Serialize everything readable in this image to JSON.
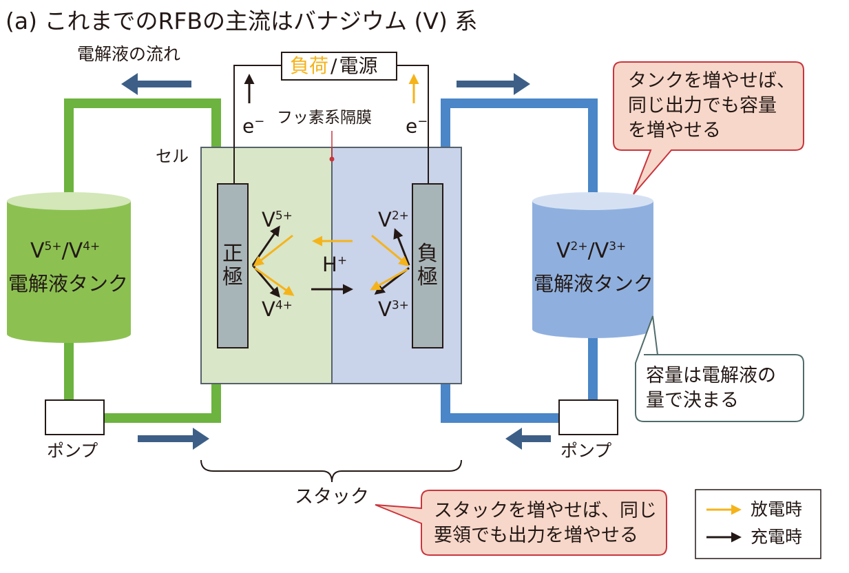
{
  "title": "(a) これまでのRFBの主流はバナジウム (V) 系",
  "flow_label": "電解液の流れ",
  "load": {
    "part1": "負荷",
    "slash": "/",
    "part2": "電源"
  },
  "electron": {
    "base": "e",
    "sup": "−"
  },
  "membrane_label": "フッ素系隔膜",
  "cell_label": "セル",
  "positive_electrode": "正極",
  "negative_electrode": "負極",
  "ions": {
    "v5": {
      "base": "V",
      "sup": "5+"
    },
    "v4": {
      "base": "V",
      "sup": "4+"
    },
    "v2": {
      "base": "V",
      "sup": "2+"
    },
    "v3": {
      "base": "V",
      "sup": "3+"
    },
    "h": {
      "base": "H",
      "sup": "+"
    }
  },
  "left_tank": {
    "ion_a": "V",
    "sup_a": "5+",
    "slash": "/",
    "ion_b": "V",
    "sup_b": "4+",
    "label": "電解液タンク"
  },
  "right_tank": {
    "ion_a": "V",
    "sup_a": "2+",
    "slash": "/",
    "ion_b": "V",
    "sup_b": "3+",
    "label": "電解液タンク"
  },
  "pump_label": "ポンプ",
  "stack_label": "スタック",
  "callouts": {
    "tank": [
      "タンクを増やせば、",
      "同じ出力でも容量",
      "を増やせる"
    ],
    "capacity": [
      "容量は電解液の",
      "量で決まる"
    ],
    "stack": [
      "スタックを増やせば、同じ",
      "要領でも出力を増やせる"
    ]
  },
  "legend": {
    "discharge": "放電時",
    "charge": "充電時"
  },
  "colors": {
    "green_pipe": "#6db33f",
    "green_tank": "#8cc152",
    "green_cell": "#d9e6c8",
    "blue_pipe": "#4a86c8",
    "blue_tank": "#8fb0de",
    "blue_cell": "#c9d3ea",
    "electrode": "#a8b5b8",
    "flow_arrow": "#3d5f87",
    "discharge": "#f5b31a",
    "charge": "#231815",
    "callout_red_fill": "#f7d7c9",
    "callout_red_stroke": "#c9343d",
    "callout_gray_stroke": "#4f6b6b"
  }
}
